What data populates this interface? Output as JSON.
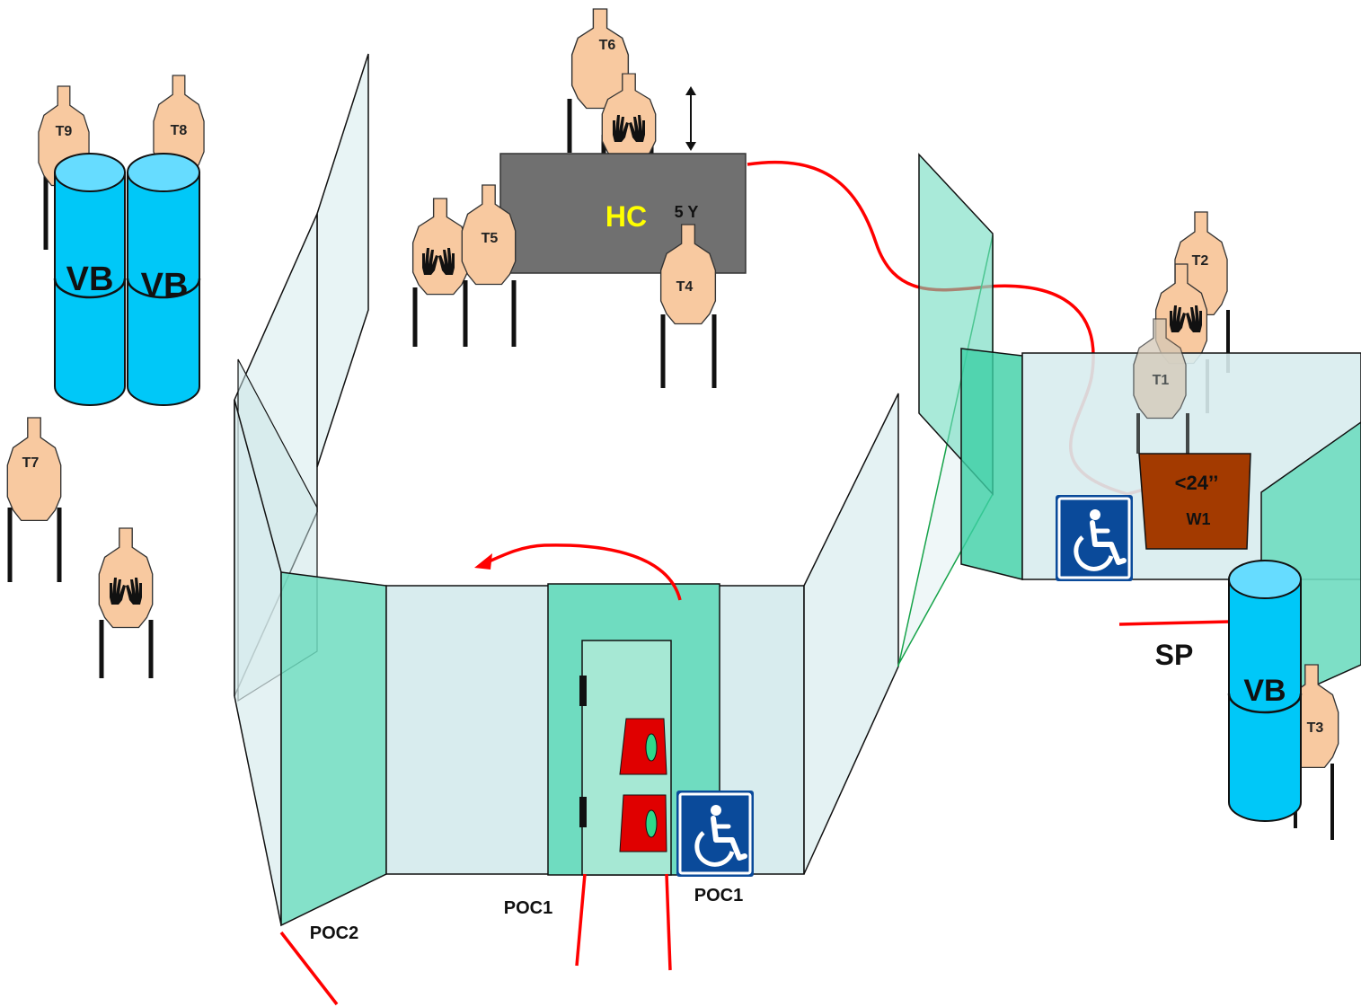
{
  "colors": {
    "wall_fill": "#d8ecee",
    "panel_fill": "#6fdcc0",
    "target_fill": "#f8c9a0",
    "barrel_fill": "#00c8f8",
    "barrel_top": "#66dcff",
    "hc_fill": "#707070",
    "hc_label": "#ffff00",
    "wall_w1": "#a33a00",
    "door_red": "#e00000",
    "fault_line": "#ff0000",
    "accessible_blue": "#0a4a9a"
  },
  "targets": {
    "t1": "T1",
    "t2": "T2",
    "t3": "T3",
    "t4": "T4",
    "t5": "T5",
    "t6": "T6",
    "t7": "T7",
    "t8": "T8",
    "t9": "T9"
  },
  "barrels": {
    "vb_left": "VB",
    "vb_mid": "VB",
    "vb_right": "VB"
  },
  "hard_cover": {
    "label": "HC",
    "distance": "5 Y"
  },
  "wall_w1": {
    "height": "<24’’",
    "label": "W1"
  },
  "start_position": "SP",
  "ports": {
    "poc1_left": "POC1",
    "poc1_right": "POC1",
    "poc2": "POC2"
  },
  "icons": {
    "accessible_door": "wheelchair-accessible-icon",
    "accessible_w1": "wheelchair-accessible-icon",
    "no_shoot_hands": "hands-icon",
    "move_arrow": "double-arrow-icon"
  }
}
